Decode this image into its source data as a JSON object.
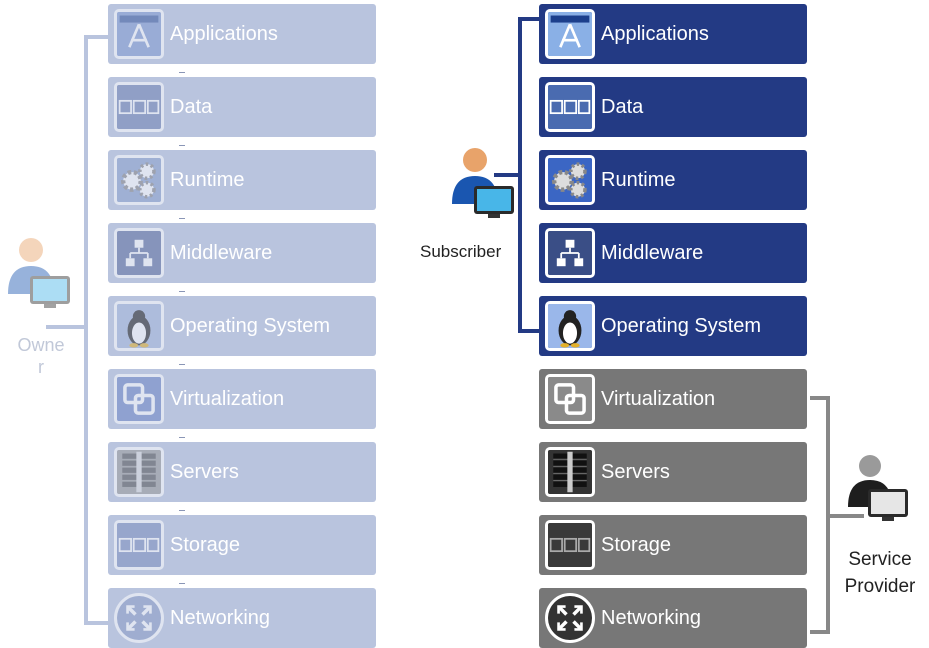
{
  "layers": [
    {
      "label": "Applications",
      "icon": "app-store-icon"
    },
    {
      "label": "Data",
      "icon": "data-blocks-icon"
    },
    {
      "label": "Runtime",
      "icon": "gears-icon"
    },
    {
      "label": "Middleware",
      "icon": "network-hierarchy-icon"
    },
    {
      "label": "Operating System",
      "icon": "linux-penguin-icon"
    },
    {
      "label": "Virtualization",
      "icon": "virtualization-icon"
    },
    {
      "label": "Servers",
      "icon": "server-rack-icon"
    },
    {
      "label": "Storage",
      "icon": "storage-blocks-icon"
    },
    {
      "label": "Networking",
      "icon": "network-arrows-icon"
    }
  ],
  "owner_label": "Owne\nr",
  "subscriber_label": "Subscriber",
  "provider_label_line1": "Service",
  "provider_label_line2": "Provider",
  "colors": {
    "owner_layer": "#b9c4de",
    "subscriber_layer": "#233a84",
    "provider_layer": "#777777",
    "owner_text": "#c1c8d8",
    "caption_text": "#222222"
  }
}
